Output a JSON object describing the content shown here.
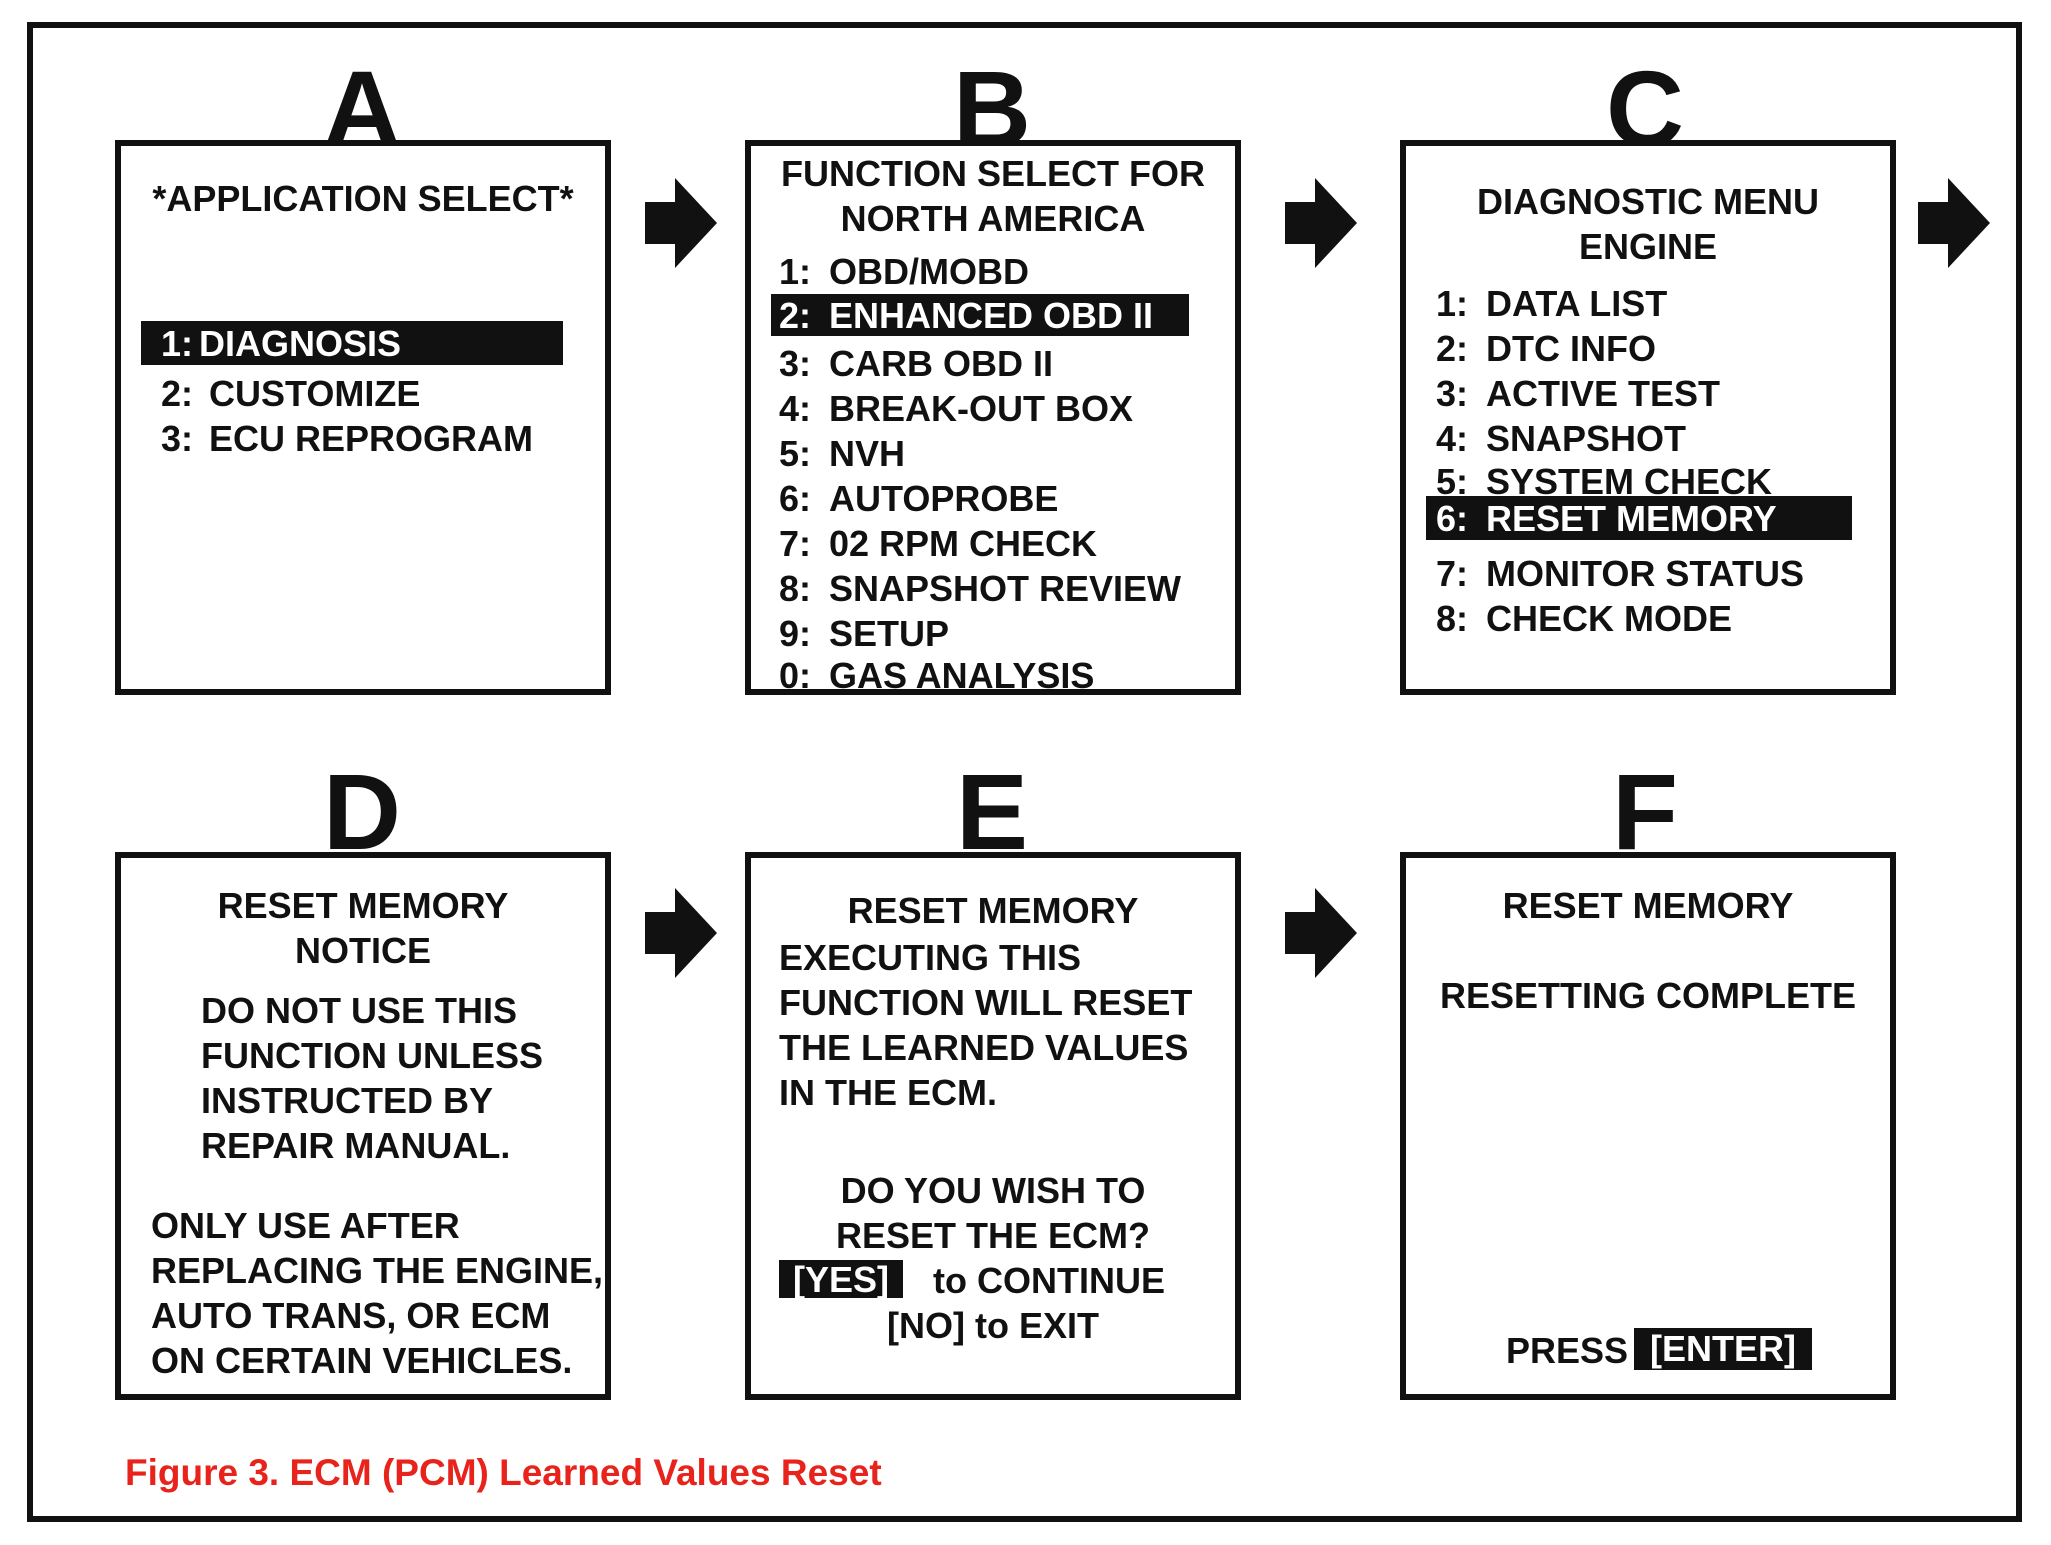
{
  "panel_letters": [
    "A",
    "B",
    "C",
    "D",
    "E",
    "F"
  ],
  "screen_a": {
    "title": "*APPLICATION SELECT*",
    "items": [
      {
        "num": "1:",
        "label": "DIAGNOSIS"
      },
      {
        "num": "2:",
        "label": "CUSTOMIZE"
      },
      {
        "num": "3:",
        "label": "ECU REPROGRAM"
      }
    ]
  },
  "screen_b": {
    "title_line1": "FUNCTION SELECT FOR",
    "title_line2": "NORTH AMERICA",
    "items": [
      {
        "num": "1:",
        "label": "OBD/MOBD"
      },
      {
        "num": "2:",
        "label": "ENHANCED OBD II"
      },
      {
        "num": "3:",
        "label": "CARB OBD II"
      },
      {
        "num": "4:",
        "label": "BREAK-OUT BOX"
      },
      {
        "num": "5:",
        "label": "NVH"
      },
      {
        "num": "6:",
        "label": "AUTOPROBE"
      },
      {
        "num": "7:",
        "label": "02 RPM CHECK"
      },
      {
        "num": "8:",
        "label": "SNAPSHOT REVIEW"
      },
      {
        "num": "9:",
        "label": "SETUP"
      },
      {
        "num": "0:",
        "label": "GAS ANALYSIS"
      }
    ]
  },
  "screen_c": {
    "title_line1": "DIAGNOSTIC MENU",
    "title_line2": "ENGINE",
    "items": [
      {
        "num": "1:",
        "label": "DATA LIST"
      },
      {
        "num": "2:",
        "label": "DTC INFO"
      },
      {
        "num": "3:",
        "label": "ACTIVE TEST"
      },
      {
        "num": "4:",
        "label": "SNAPSHOT"
      },
      {
        "num": "5:",
        "label": "SYSTEM CHECK"
      },
      {
        "num": "6:",
        "label": "RESET MEMORY"
      },
      {
        "num": "7:",
        "label": "MONITOR STATUS"
      },
      {
        "num": "8:",
        "label": "CHECK MODE"
      }
    ]
  },
  "screen_d": {
    "title_line1": "RESET MEMORY",
    "title_line2": "NOTICE",
    "warning_lines": [
      "DO NOT USE THIS",
      "FUNCTION UNLESS",
      "INSTRUCTED BY",
      "REPAIR MANUAL."
    ],
    "note_lines": [
      "ONLY USE AFTER",
      "REPLACING THE ENGINE,",
      "AUTO TRANS, OR ECM",
      "ON CERTAIN VEHICLES."
    ]
  },
  "screen_e": {
    "title": "RESET MEMORY",
    "body_lines": [
      "EXECUTING THIS",
      "FUNCTION WILL RESET",
      "THE LEARNED VALUES",
      "IN THE ECM."
    ],
    "question_line1": "DO YOU WISH TO",
    "question_line2": "RESET THE ECM?",
    "yes_key": "[YES]",
    "yes_action": "to CONTINUE",
    "no_line": "[NO] to EXIT"
  },
  "screen_f": {
    "title": "RESET MEMORY",
    "status": "RESETTING COMPLETE",
    "press_label": "PRESS",
    "enter_key": "[ENTER]"
  },
  "caption": "Figure 3. ECM (PCM) Learned Values Reset",
  "colors": {
    "caption": "#e8231c",
    "ink": "#111111",
    "highlight_text": "#ffffff"
  }
}
